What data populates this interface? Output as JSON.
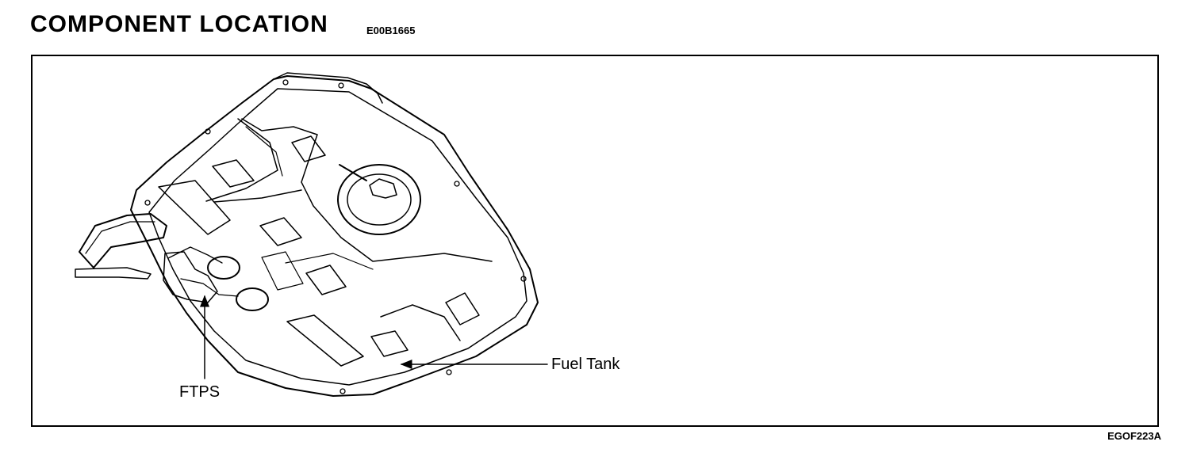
{
  "header": {
    "title": "COMPONENT LOCATION",
    "code": "E00B1665"
  },
  "diagram": {
    "callouts": {
      "fuel_tank": "Fuel Tank",
      "ftps": "FTPS"
    },
    "figure_code": "EGOF223A"
  }
}
